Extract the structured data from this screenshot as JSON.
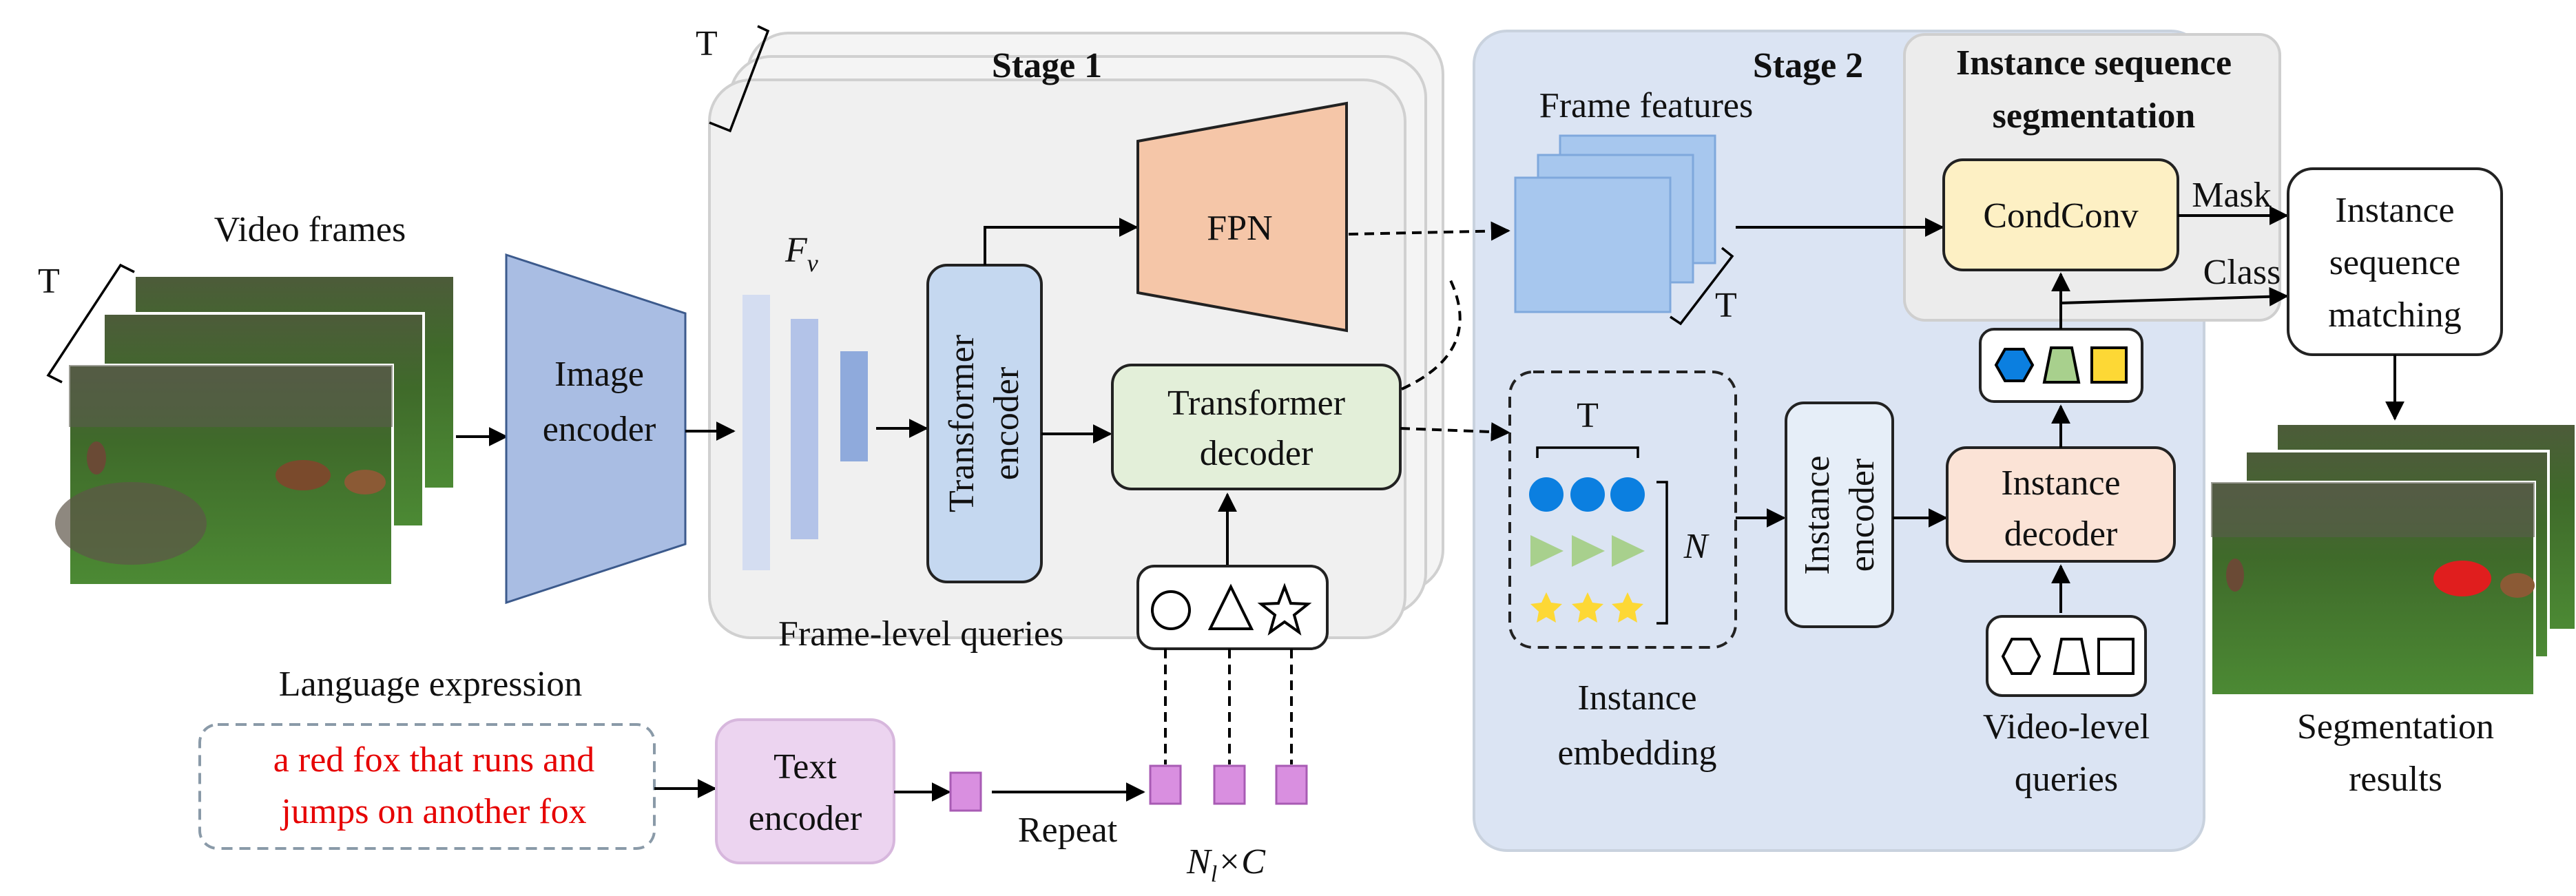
{
  "labels": {
    "video_frames": "Video frames",
    "t_video": "T",
    "t_stage1": "T",
    "t_features": "T",
    "t_embed": "T",
    "image_encoder": [
      "Image",
      "encoder"
    ],
    "fv_base": "F",
    "fv_sub": "v",
    "transformer_encoder": [
      "Transformer",
      "encoder"
    ],
    "fpn": "FPN",
    "transformer_decoder": [
      "Transformer",
      "decoder"
    ],
    "stage1": "Stage 1",
    "frame_level_queries": "Frame-level queries",
    "language_expression": "Language expression",
    "expression_text": [
      "a red fox that runs and",
      "jumps on another fox"
    ],
    "text_encoder": [
      "Text",
      "encoder"
    ],
    "repeat": "Repeat",
    "nl_c": "N",
    "nl_c_sub": "l",
    "nl_c_rest": "×C",
    "stage2": "Stage 2",
    "frame_features": "Frame features",
    "instance_seq_seg": [
      "Instance sequence",
      "segmentation"
    ],
    "condconv": "CondConv",
    "mask": "Mask",
    "class": "Class",
    "instance_seq_matching": [
      "Instance",
      "sequence",
      "matching"
    ],
    "n_label": "N",
    "instance_encoder": [
      "Instance",
      "encoder"
    ],
    "instance_decoder": [
      "Instance",
      "decoder"
    ],
    "instance_embedding": [
      "Instance",
      "embedding"
    ],
    "video_level_queries": [
      "Video-level",
      "queries"
    ],
    "segmentation_results": [
      "Segmentation",
      "results"
    ]
  },
  "colors": {
    "image_encoder": "#a9bde3",
    "fpn": "#f5c6a8",
    "transformer_encoder": "#c5d8f0",
    "transformer_decoder": "#e3efd9",
    "text_encoder": "#ecd4f0",
    "condconv": "#fdf0c4",
    "instance_decoder": "#fbe3d6",
    "instance_encoder": "#e6eef8",
    "stage1_bg": "#f0f0f0",
    "stage2_bg": "#dbe4f3",
    "iss_bg": "#ececec",
    "token_purple": "#d98fe0",
    "circle_blue": "#0b7fe0",
    "triangle_green": "#a8d08d",
    "star_yellow": "#fdd835",
    "expression_red": "#e60000"
  }
}
